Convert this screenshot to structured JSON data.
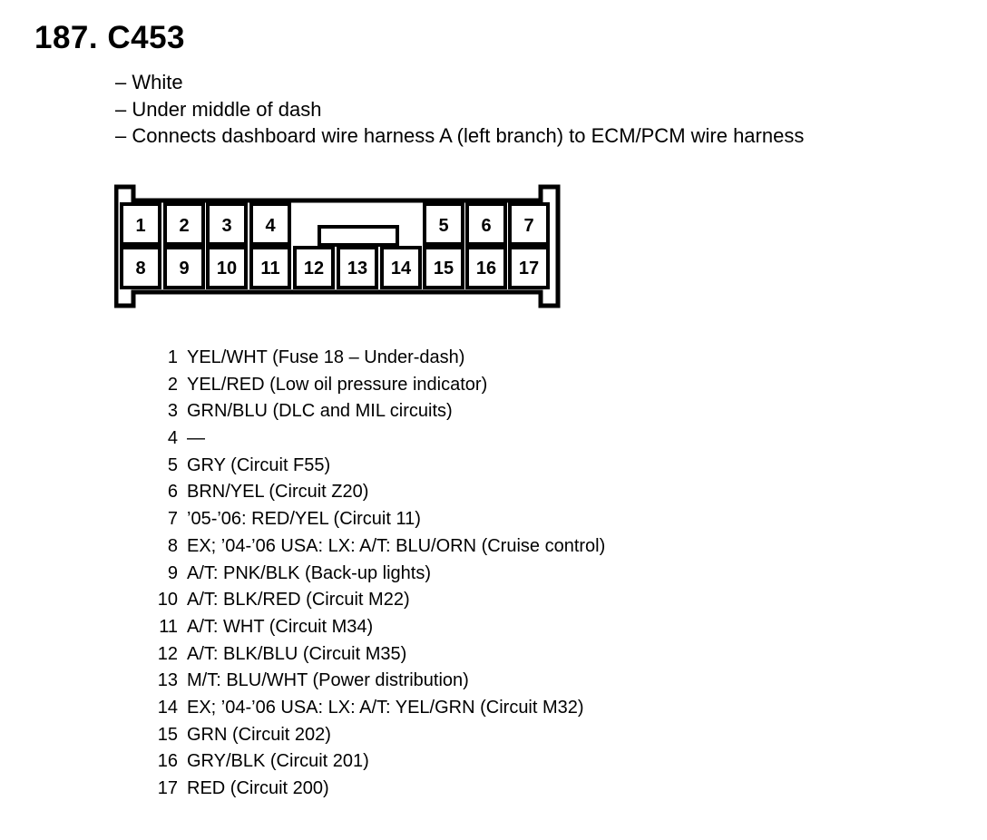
{
  "header": {
    "title": "187. C453"
  },
  "notes": [
    "– White",
    "– Under middle of dash",
    "– Connects dashboard wire harness A (left branch) to ECM/PCM wire harness"
  ],
  "connector": {
    "top_row": [
      "1",
      "2",
      "3",
      "4",
      "5",
      "6",
      "7"
    ],
    "bottom_row": [
      "8",
      "9",
      "10",
      "11",
      "12",
      "13",
      "14",
      "15",
      "16",
      "17"
    ]
  },
  "pins": [
    {
      "num": "1",
      "desc": "YEL/WHT (Fuse 18 – Under-dash)"
    },
    {
      "num": "2",
      "desc": "YEL/RED (Low oil pressure indicator)"
    },
    {
      "num": "3",
      "desc": "GRN/BLU (DLC and MIL circuits)"
    },
    {
      "num": "4",
      "desc": "—"
    },
    {
      "num": "5",
      "desc": "GRY (Circuit F55)"
    },
    {
      "num": "6",
      "desc": "BRN/YEL (Circuit Z20)"
    },
    {
      "num": "7",
      "desc": "’05-’06: RED/YEL (Circuit 11)"
    },
    {
      "num": "8",
      "desc": "EX; ’04-’06 USA: LX: A/T: BLU/ORN (Cruise control)"
    },
    {
      "num": "9",
      "desc": "A/T: PNK/BLK (Back-up lights)"
    },
    {
      "num": "10",
      "desc": "A/T: BLK/RED (Circuit M22)"
    },
    {
      "num": "11",
      "desc": "A/T: WHT (Circuit M34)"
    },
    {
      "num": "12",
      "desc": "A/T: BLK/BLU (Circuit M35)"
    },
    {
      "num": "13",
      "desc": "M/T: BLU/WHT (Power distribution)"
    },
    {
      "num": "14",
      "desc": "EX; ’04-’06 USA: LX: A/T: YEL/GRN (Circuit M32)"
    },
    {
      "num": "15",
      "desc": "GRN (Circuit 202)"
    },
    {
      "num": "16",
      "desc": "GRY/BLK (Circuit 201)"
    },
    {
      "num": "17",
      "desc": "RED (Circuit 200)"
    }
  ]
}
